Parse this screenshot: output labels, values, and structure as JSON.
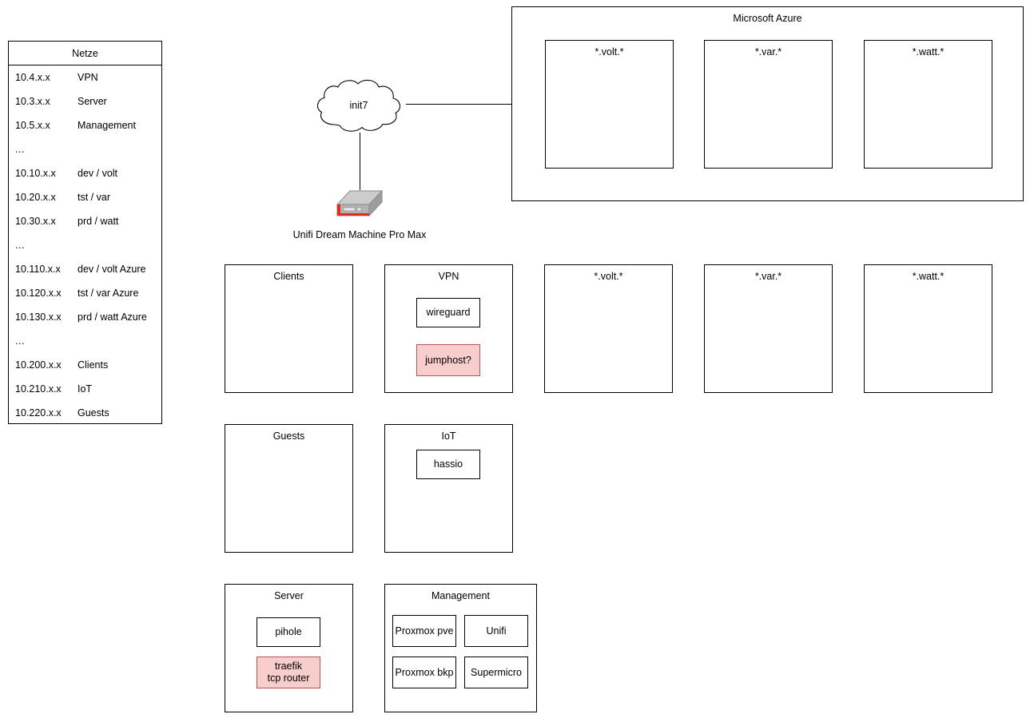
{
  "netze": {
    "title": "Netze",
    "columns": [
      "cidr",
      "name"
    ],
    "rows": [
      {
        "cidr": "10.4.x.x",
        "name": "VPN"
      },
      {
        "cidr": "10.3.x.x",
        "name": "Server"
      },
      {
        "cidr": "10.5.x.x",
        "name": "Management"
      },
      {
        "cidr": "...",
        "name": ""
      },
      {
        "cidr": "10.10.x.x",
        "name": "dev / volt"
      },
      {
        "cidr": "10.20.x.x",
        "name": "tst / var"
      },
      {
        "cidr": "10.30.x.x",
        "name": "prd / watt"
      },
      {
        "cidr": "...",
        "name": ""
      },
      {
        "cidr": "10.110.x.x",
        "name": "dev / volt Azure"
      },
      {
        "cidr": "10.120.x.x",
        "name": "tst / var Azure"
      },
      {
        "cidr": "10.130.x.x",
        "name": "prd / watt Azure"
      },
      {
        "cidr": "...",
        "name": ""
      },
      {
        "cidr": "10.200.x.x",
        "name": "Clients"
      },
      {
        "cidr": "10.210.x.x",
        "name": "IoT"
      },
      {
        "cidr": "10.220.x.x",
        "name": "Guests"
      }
    ]
  },
  "cloud": {
    "label": "init7"
  },
  "router": {
    "label": "Unifi Dream Machine Pro Max",
    "icon": "router-device-icon",
    "top_color": "#c8c8c8",
    "front_color": "#a9a9a9",
    "accent_color": "#e8413a"
  },
  "azure": {
    "title": "Microsoft Azure",
    "zones": [
      {
        "title": "*.volt.*",
        "nodes": []
      },
      {
        "title": "*.var.*",
        "nodes": []
      },
      {
        "title": "*.watt.*",
        "nodes": []
      }
    ]
  },
  "zones": {
    "clients": {
      "title": "Clients",
      "nodes": []
    },
    "vpn": {
      "title": "VPN",
      "nodes": [
        {
          "label": "wireguard",
          "style": "plain"
        },
        {
          "label": "jumphost?",
          "style": "red"
        }
      ]
    },
    "volt": {
      "title": "*.volt.*",
      "nodes": []
    },
    "var": {
      "title": "*.var.*",
      "nodes": []
    },
    "watt": {
      "title": "*.watt.*",
      "nodes": []
    },
    "guests": {
      "title": "Guests",
      "nodes": []
    },
    "iot": {
      "title": "IoT",
      "nodes": [
        {
          "label": "hassio",
          "style": "plain"
        }
      ]
    },
    "server": {
      "title": "Server",
      "nodes": [
        {
          "label": "pihole",
          "style": "plain"
        },
        {
          "label_line1": "traefik",
          "label_line2": "tcp router",
          "style": "red"
        }
      ]
    },
    "management": {
      "title": "Management",
      "nodes": [
        {
          "label": "Proxmox pve",
          "style": "plain"
        },
        {
          "label": "Unifi",
          "style": "plain"
        },
        {
          "label": "Proxmox bkp",
          "style": "plain"
        },
        {
          "label": "Supermicro",
          "style": "plain"
        }
      ]
    }
  },
  "colors": {
    "stroke": "#000000",
    "background": "#ffffff",
    "red_fill": "#f8cecc",
    "red_stroke": "#b85450"
  }
}
